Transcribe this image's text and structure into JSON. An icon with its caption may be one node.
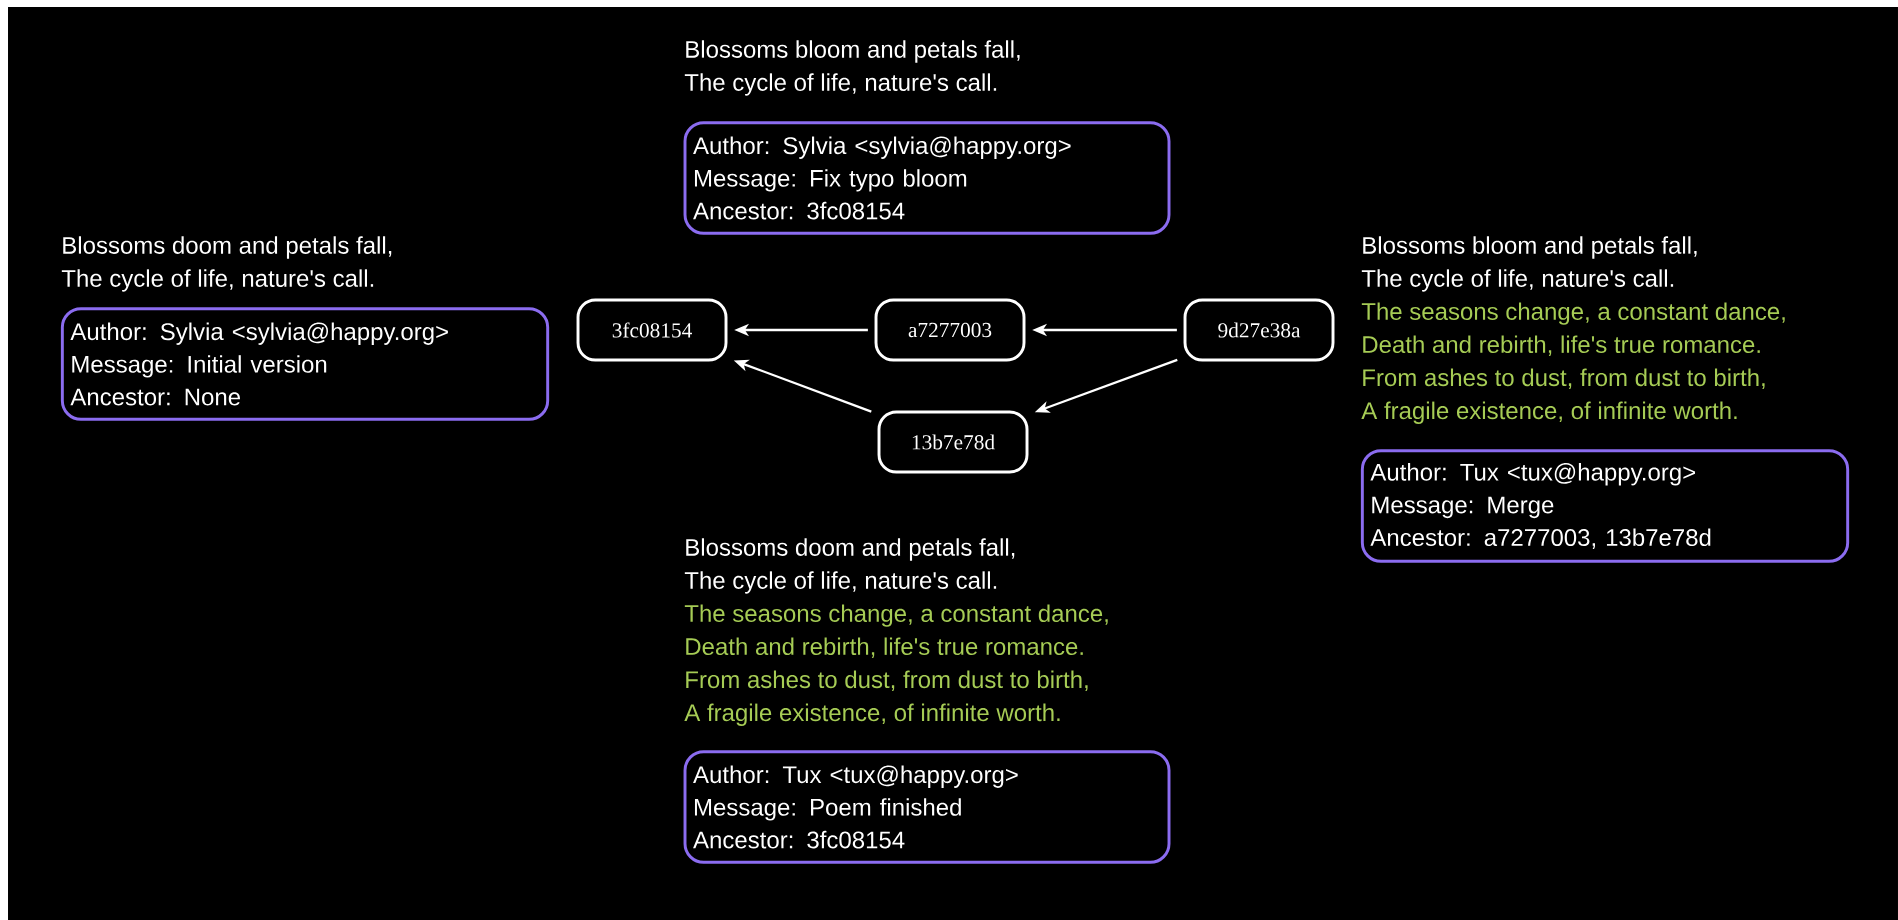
{
  "diagram": {
    "nodes": [
      {
        "text": [
          "Author: Sylvia <sylvia@happy.org>",
          "Message: Fix typo bloom",
          "Ancestor: 3fc08154"
        ],
        "beside": [
          "Blossoms bloom and petals fall,",
          "The cycle of life, nature's call."
        ]
      },
      {
        "text": [
          "Author: Sylvia <sylvia@happy.org>",
          "Message: Initial version",
          "Ancestor: None"
        ],
        "beside": [
          "Blossoms doom and petals fall,",
          "The cycle of life, nature's call."
        ]
      },
      {
        "text": [
          "3fc08154"
        ]
      },
      {
        "text": [
          "a7277003"
        ]
      },
      {
        "text": [
          "9d27e38a"
        ]
      },
      {
        "text": [
          "Author: Tux <tux@happy.org>",
          "Message: Merge",
          "Ancestor: a7277003, 13b7e78d"
        ],
        "beside": [
          "Blossoms bloom and petals fall,",
          "The cycle of life, nature's call.",
          "The seasons change, a constant dance,",
          "Death and rebirth, life's true romance.",
          "From ashes to dust, from dust to birth,",
          "A fragile existence, of infinite worth."
        ]
      },
      {
        "text": [
          "13b7e78d"
        ]
      },
      {
        "text": [
          "Author: Tux <tux@happy.org>",
          "Message: Poem finished",
          "Ancestor: 3fc08154"
        ],
        "beside": [
          "Blossoms doom and petals fall,",
          "The cycle of life, nature's call.",
          "The seasons change, a constant dance,",
          "Death and rebirth, life's true romance.",
          "From ashes to dust, from dust to birth,",
          "A fragile existence, of infinite worth."
        ]
      }
    ],
    "edges": [
      {
        "from": 3,
        "to": 2,
        "arrow": "to"
      },
      {
        "from": 4,
        "to": 3,
        "arrow": "to"
      },
      {
        "from": 4,
        "to": 6,
        "arrow": "to"
      },
      {
        "from": 6,
        "to": 2,
        "arrow": "to"
      }
    ]
  }
}
